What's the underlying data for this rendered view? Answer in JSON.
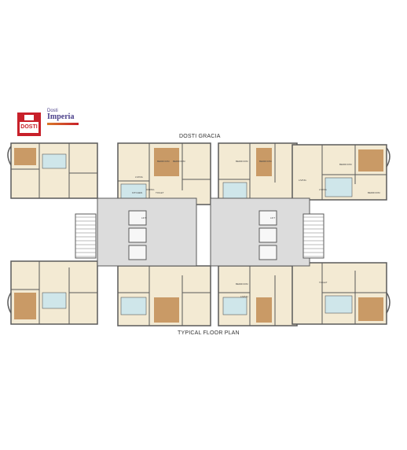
{
  "logo": {
    "mark_text": "DOSTI"
  },
  "brand": {
    "line1": "Dosti",
    "line2": "Imperia"
  },
  "labels": {
    "top": "DOSTI GRACIA",
    "bottom": "TYPICAL FLOOR PLAN"
  },
  "rooms": [
    "BEDROOM",
    "BEDROOM",
    "LIVING",
    "DINING",
    "KITCHEN",
    "TOILET",
    "BEDROOM",
    "BEDROOM",
    "LIVING",
    "BEDROOM",
    "BEDROOM",
    "LIVING",
    "TOILET",
    "BEDROOM",
    "LIVING",
    "LIFT",
    "LIFT"
  ],
  "colors": {
    "floor": "#f3ead3",
    "wall": "#5a5a5a",
    "bath": "#cfe6ea",
    "wood": "#c99a66",
    "lobby": "#dcdcdc",
    "red": "#c8202a"
  }
}
